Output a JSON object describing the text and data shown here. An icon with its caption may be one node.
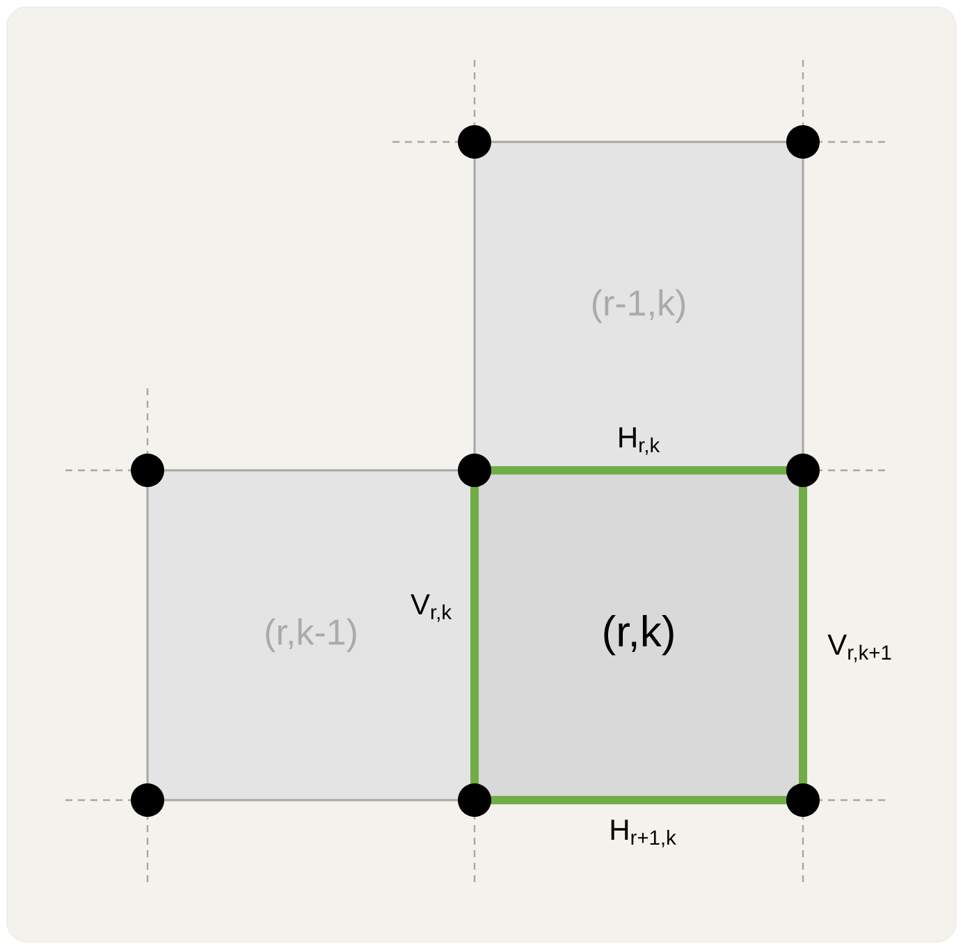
{
  "diagram": {
    "nodes": [
      {
        "text": [
          "(r-1,k)"
        ]
      },
      {
        "text": [
          "(r,k-1)"
        ]
      },
      {
        "text": [
          "(r,k)"
        ]
      }
    ],
    "labels": [
      "H$_{r,k}$",
      "V$_{r,k}$",
      "V$_{r,k+1}$",
      "H$_{r+1,k}$"
    ]
  }
}
